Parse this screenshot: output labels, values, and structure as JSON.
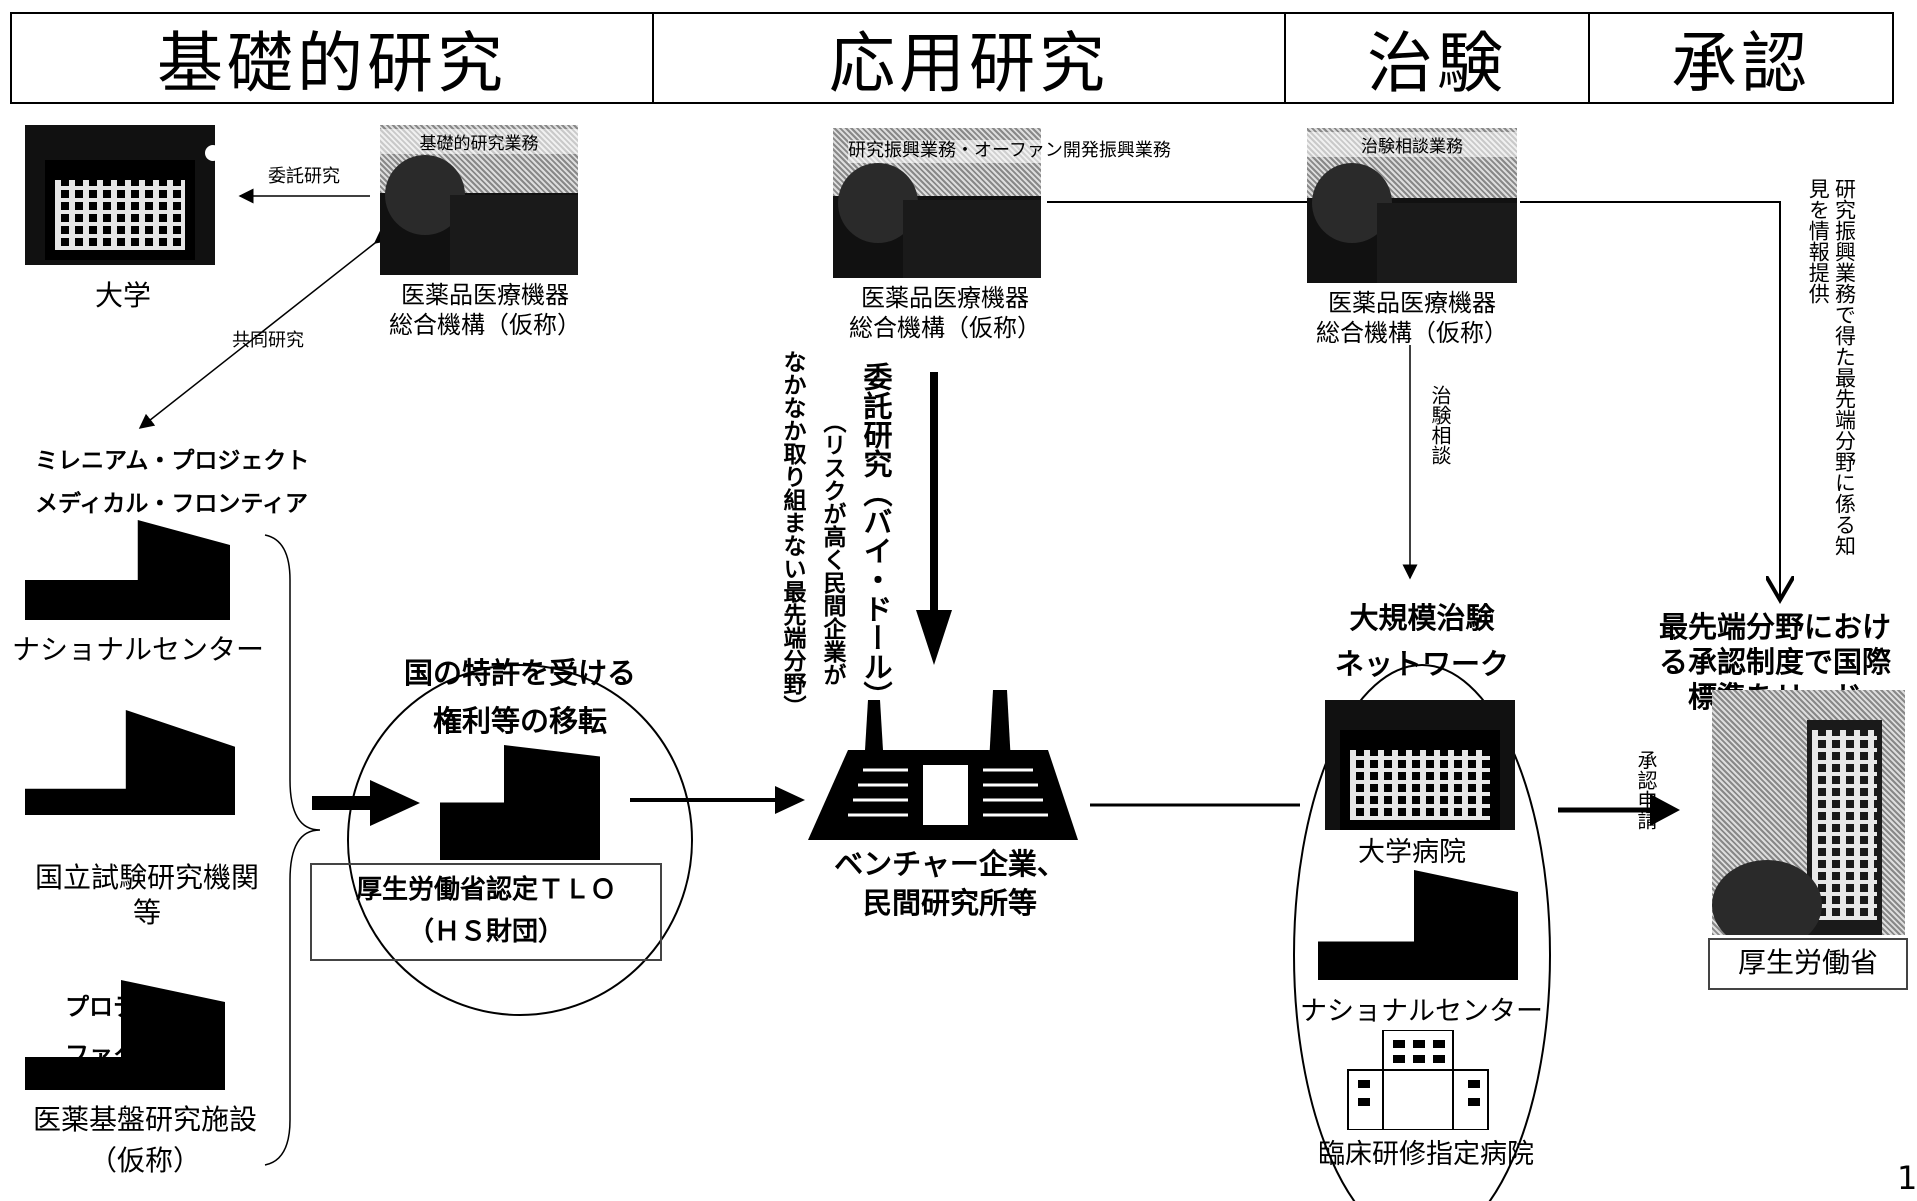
{
  "stages": [
    "基礎的研究",
    "応用研究",
    "治験",
    "承認"
  ],
  "agency": {
    "basic_tag": "基礎的研究業務",
    "applied_tag": "研究振興業務・オーファン開発振興業務",
    "trial_tag": "治験相談業務",
    "name_line1": "医薬品医療機器",
    "name_line2": "総合機構（仮称）"
  },
  "university": "大学",
  "commissioned_research": "委託研究",
  "joint_research": "共同研究",
  "projects": [
    "ミレニアム・プロジェクト",
    "メディカル・フロンティア"
  ],
  "institutions": {
    "national_center": "ナショナルセンター",
    "national_labs_line1": "国立試験研究機関",
    "national_labs_line2": "等",
    "proteome_line1": "プロテオーム",
    "proteome_line2": "ファクトリー",
    "base_line1": "医薬基盤研究施設",
    "base_line2": "（仮称）"
  },
  "tlo": {
    "title_line1": "国の特許を受ける",
    "title_line2": "権利等の移転",
    "box_line1": "厚生労働省認定ＴＬＯ",
    "box_line2": "（ＨＳ財団）"
  },
  "bayh_dole": {
    "main": "委託研究（バイ・ドール）",
    "sub_line1": "（リスクが高く民間企業が",
    "sub_line2": "なかなか取り組まない最先端分野）"
  },
  "venture": {
    "line1": "ベンチャー企業、",
    "line2": "民間研究所等"
  },
  "consultation": "治験相談",
  "network": {
    "title_line1": "大規模治験",
    "title_line2": "ネットワーク",
    "university_hospital": "大学病院",
    "national_center": "ナショナルセンター",
    "clinical_hospital": "臨床研修指定病院"
  },
  "approval_application": "承認申請",
  "info_provision": "研究振興業務で得た最先端分野に係る知見を情報提供",
  "approval": {
    "line1": "最先端分野におけ",
    "line2": "る承認制度で国際",
    "line3": "標準をリード",
    "ministry": "厚生労働省"
  },
  "page_number": "1"
}
